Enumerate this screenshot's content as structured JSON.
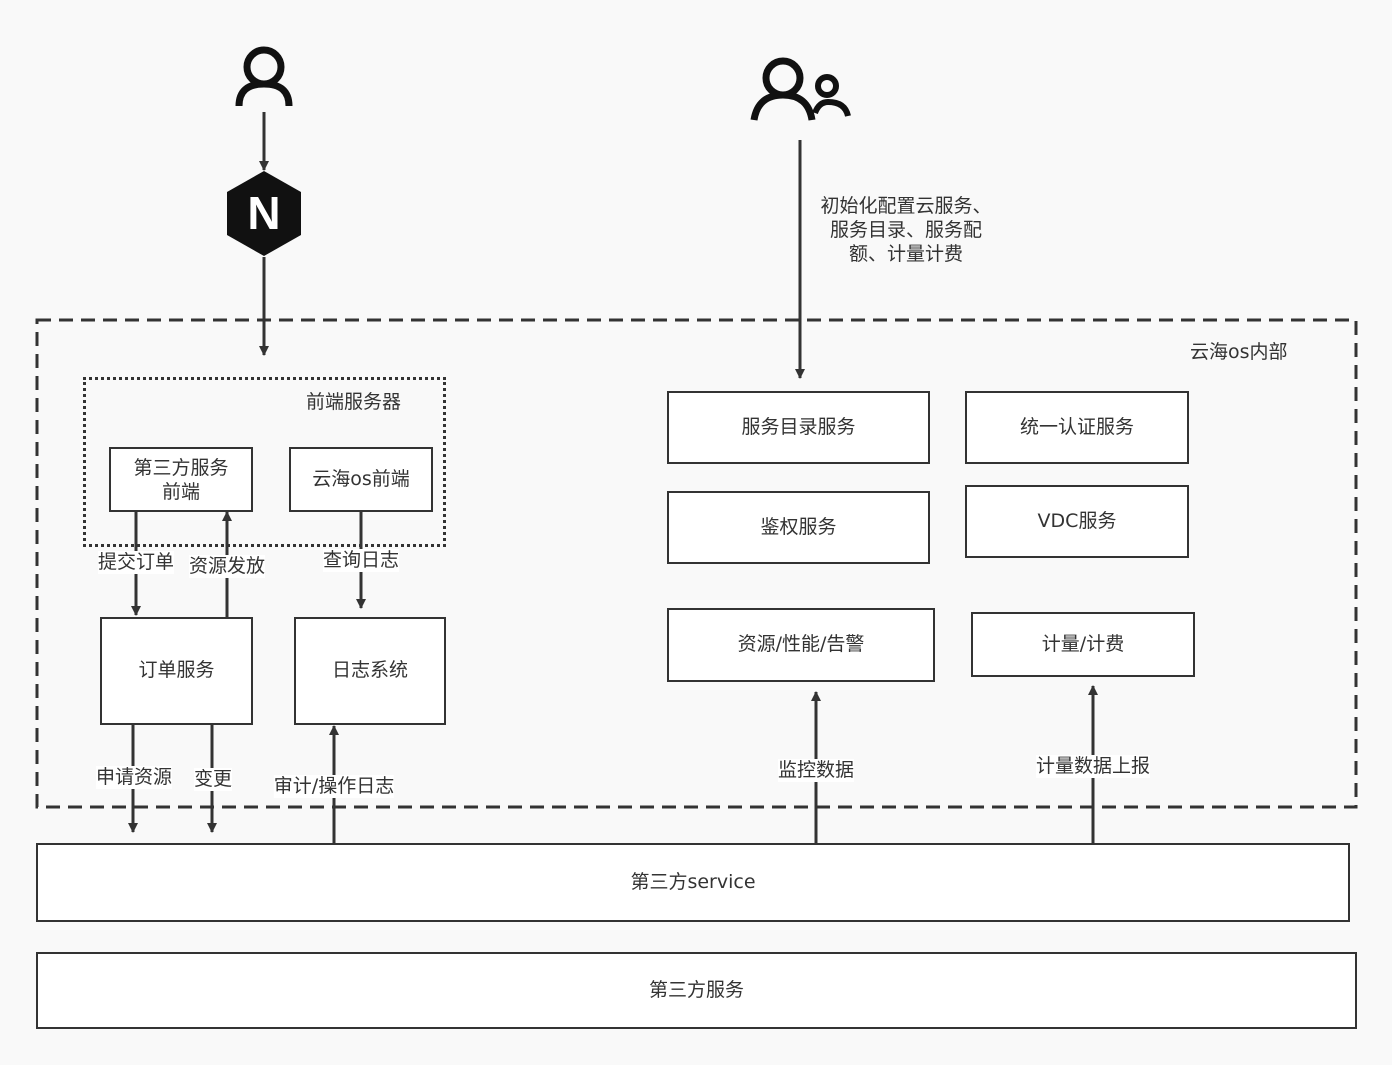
{
  "diagram": {
    "region_label": "云海os内部",
    "frontend_group_label": "前端服务器",
    "annotation": [
      "初始化配置云服务、",
      "服务目录、服务配",
      "额、计量计费"
    ],
    "icons": [
      "user-icon",
      "users-icon",
      "nginx-icon"
    ],
    "nginx_letter": "N",
    "boxes": {
      "third_party_frontend": [
        "第三方服务",
        "前端"
      ],
      "yunhai_frontend": "云海os前端",
      "order_service": "订单服务",
      "log_system": "日志系统",
      "catalog_service": "服务目录服务",
      "unified_auth": "统一认证服务",
      "auth_service": "鉴权服务",
      "vdc_service": "VDC服务",
      "resource_alarm": "资源/性能/告警",
      "metering": "计量/计费",
      "third_party_service_en": "第三方service",
      "third_party_services": "第三方服务"
    },
    "edges": {
      "submit_order": "提交订单",
      "resource_dispatch": "资源发放",
      "query_log": "查询日志",
      "apply_resource": "申请资源",
      "change": "变更",
      "audit_log": "审计/操作日志",
      "monitor_data": "监控数据",
      "metering_report": "计量数据上报"
    },
    "colors": {
      "line": "#333333",
      "box_fill": "#ffffff",
      "nginx": "#111111",
      "background": "#f9f9f9"
    }
  }
}
